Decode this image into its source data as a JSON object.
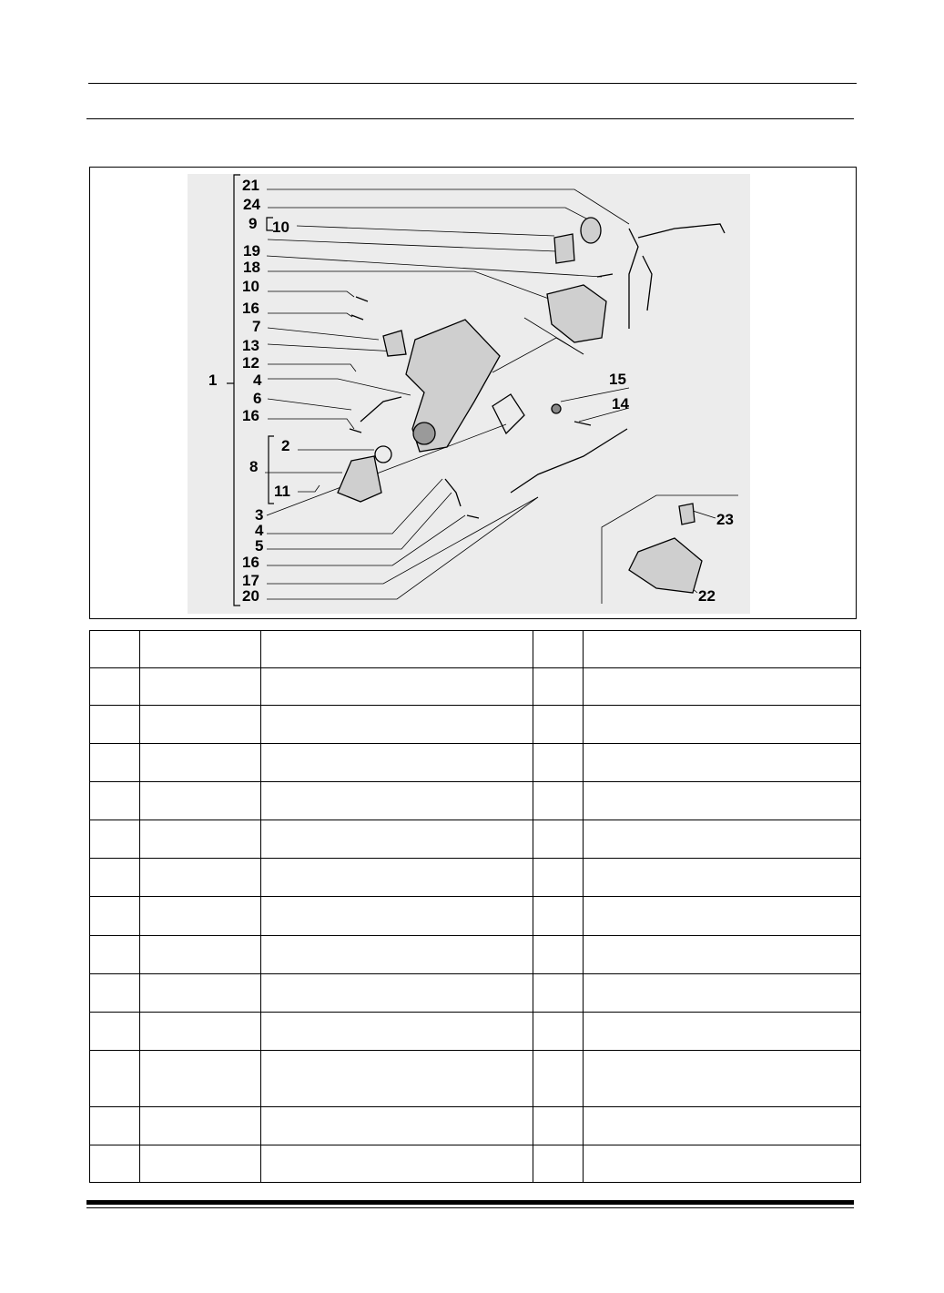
{
  "page": {
    "header_lines": 2,
    "footer_rule": true
  },
  "figure": {
    "callouts": [
      "21",
      "24",
      "9",
      "10",
      "19",
      "18",
      "10",
      "16",
      "7",
      "13",
      "12",
      "4",
      "6",
      "16",
      "2",
      "8",
      "11",
      "3",
      "4",
      "5",
      "16",
      "17",
      "20",
      "1",
      "15",
      "14",
      "23",
      "22"
    ]
  },
  "parts_table": {
    "rows": 14,
    "columns": 5,
    "cells": []
  }
}
